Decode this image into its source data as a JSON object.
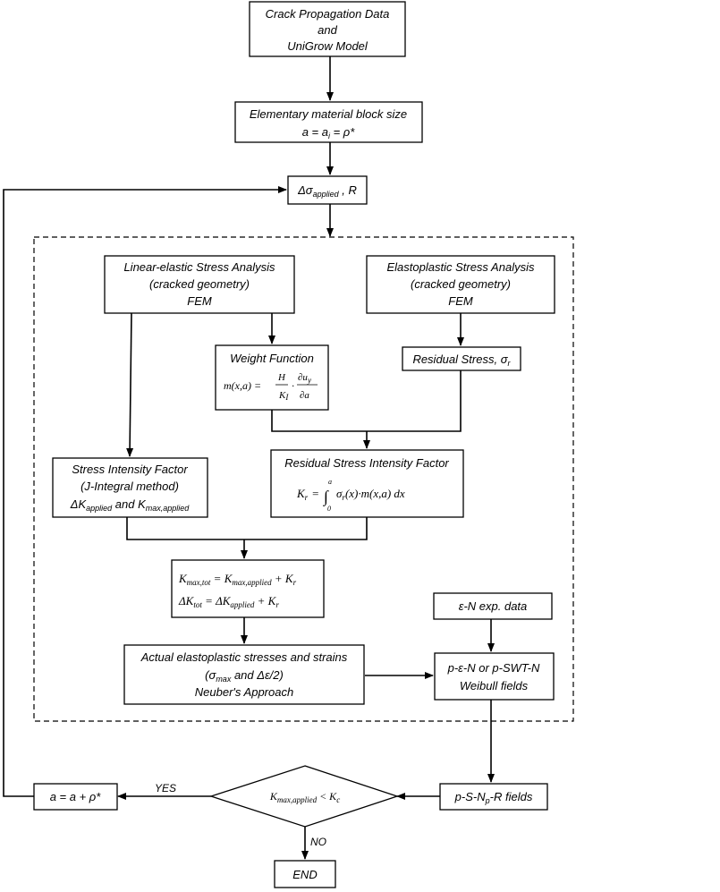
{
  "nodes": {
    "crack_data": {
      "line1": "Crack Propagation Data",
      "line2": "and",
      "line3": "UniGrow Model"
    },
    "block_size": {
      "line1": "Elementary material block size",
      "eq_lhs": "a = a",
      "eq_sub": "i",
      "eq_rhs": " = ρ*"
    },
    "applied_stress": {
      "delta_sigma": "Δσ",
      "sub": "applied",
      "rest": " , R"
    },
    "linear_elastic": {
      "line1": "Linear-elastic Stress Analysis",
      "line2": "(cracked geometry)",
      "line3": "FEM"
    },
    "elastoplastic": {
      "line1": "Elastoplastic Stress Analysis",
      "line2": "(cracked geometry)",
      "line3": "FEM"
    },
    "weight_function": {
      "title": "Weight Function",
      "lhs": "m(x,a) =",
      "num_left": "H",
      "den_left": "K",
      "den_left_sub": "I",
      "dot": "·",
      "num_right": "∂u",
      "num_right_sub": "y",
      "den_right": "∂a"
    },
    "residual_stress": {
      "label": "Residual Stress, σ",
      "sub": "r"
    },
    "sif": {
      "line1": "Stress Intensity Factor",
      "line2": "(J-Integral method)",
      "line3_a": "ΔK",
      "line3_a_sub": "applied",
      "line3_b": " and K",
      "line3_b_sub": "max,applied"
    },
    "residual_sif": {
      "title": "Residual Stress Intensity Factor",
      "lhs": "K",
      "lhs_sub": "r",
      "eq": "=",
      "upper": "a",
      "lower": "0",
      "integral": "∫",
      "body": "σ",
      "body_sub": "r",
      "body_rest": "(x)·m(x,a)  dx"
    },
    "k_total": {
      "line1_a": "K",
      "line1_a_sub": "max,tot",
      "line1_b": " = K",
      "line1_b_sub": "max,applied",
      "line1_c": " + K",
      "line1_c_sub": "r",
      "line2_a": "ΔK",
      "line2_a_sub": "tot",
      "line2_b": " = ΔK",
      "line2_b_sub": "applied",
      "line2_c": " + K",
      "line2_c_sub": "r"
    },
    "en_data": {
      "label": "ε-N exp. data"
    },
    "actual_stress": {
      "line1": "Actual elastoplastic stresses and strains",
      "line2_a": "(σ",
      "line2_a_sub": "max",
      "line2_b": " and Δε/2)",
      "line3": "Neuber's Approach"
    },
    "weibull": {
      "line1": "p-ε-N or p-SWT-N",
      "line2": "Weibull fields"
    },
    "psn": {
      "a": "p-S-N",
      "sub": "p",
      "b": "-R fields"
    },
    "decision": {
      "a": "K",
      "a_sub": "max,applied",
      "b": " < K",
      "b_sub": "c"
    },
    "update": {
      "label": "a = a + ρ*"
    },
    "end": {
      "label": "END"
    }
  },
  "edge_labels": {
    "yes": "YES",
    "no": "NO"
  }
}
